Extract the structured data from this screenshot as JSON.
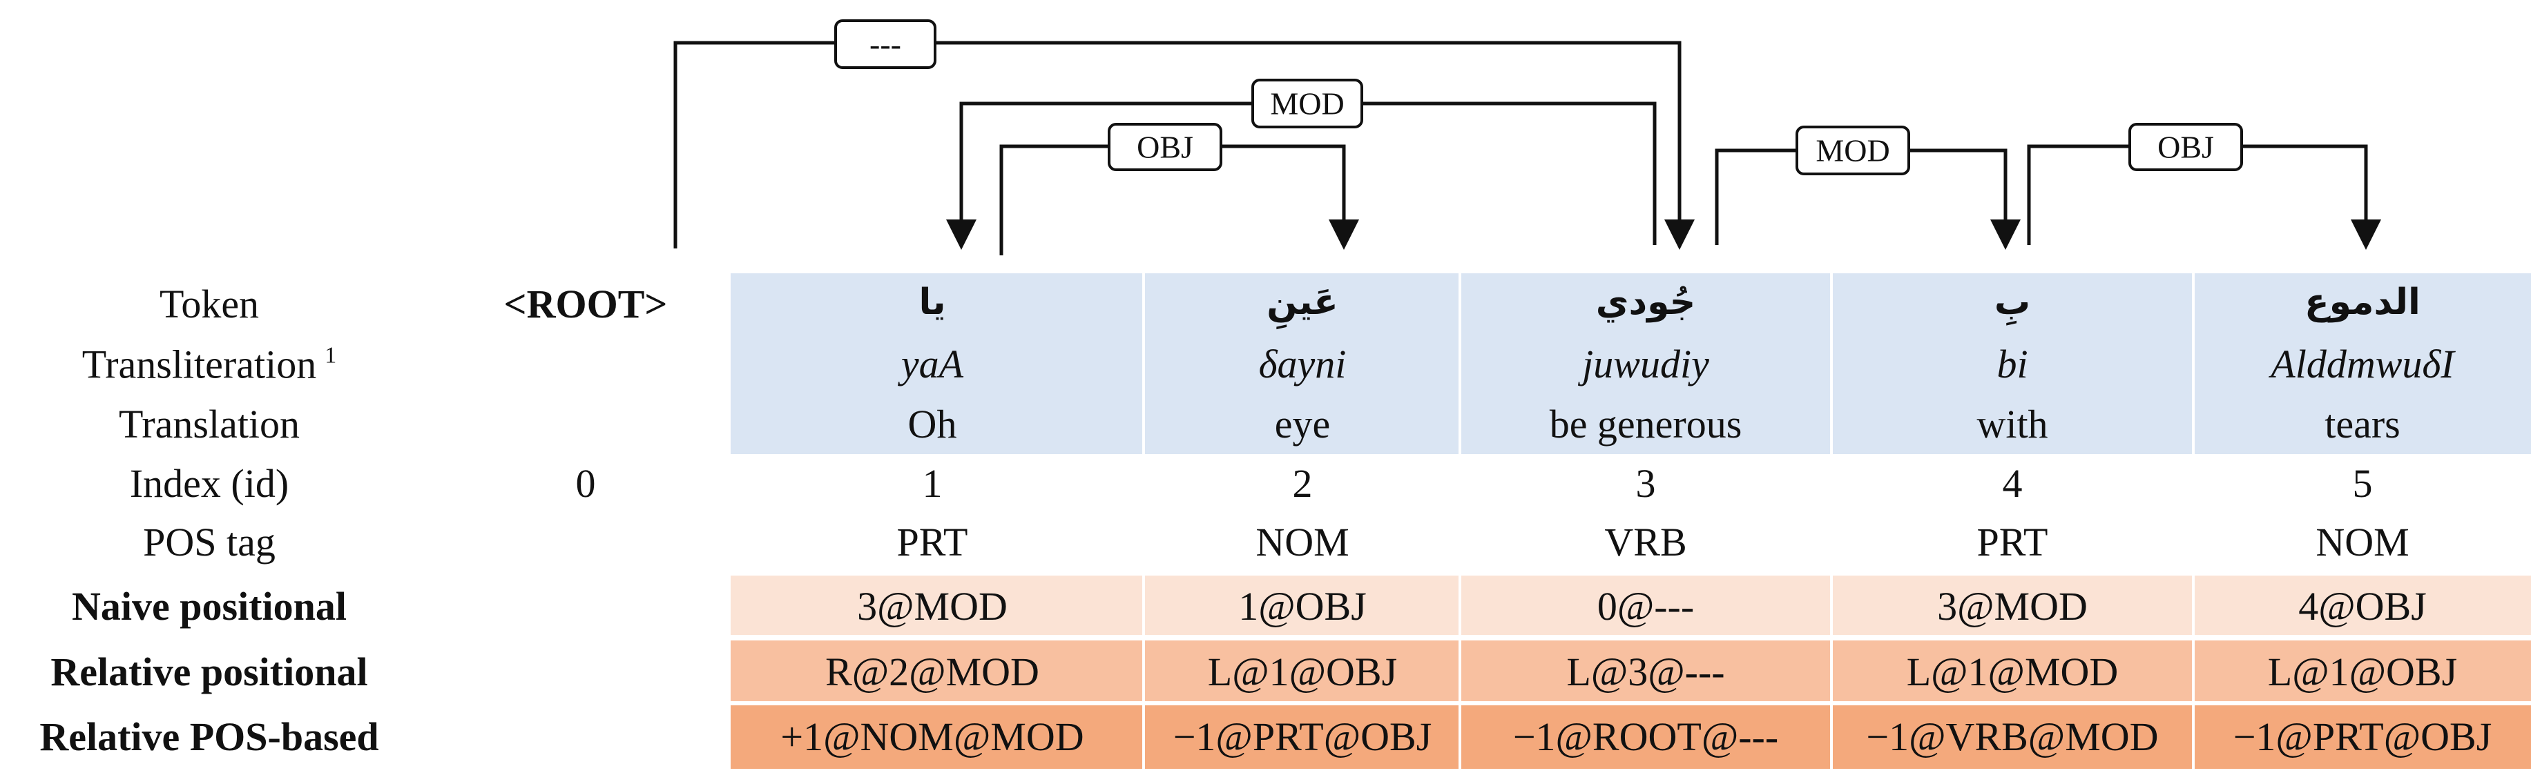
{
  "row_labels": {
    "token": "Token",
    "transliteration": "Transliteration",
    "transliteration_footnote": "1",
    "translation": "Translation",
    "index": "Index (id)",
    "pos": "POS tag",
    "naive": "Naive positional",
    "relative_positional": "Relative positional",
    "relative_pos_based": "Relative POS-based"
  },
  "root": {
    "token": "<ROOT>",
    "index": "0"
  },
  "tokens": [
    {
      "arabic": "يا",
      "translit": "yaA",
      "translation": "Oh",
      "index": "1",
      "pos": "PRT",
      "naive": "3@MOD",
      "relpos": "R@2@MOD",
      "relposbased": "+1@NOM@MOD"
    },
    {
      "arabic": "عَينِ",
      "translit": "δayni",
      "translation": "eye",
      "index": "2",
      "pos": "NOM",
      "naive": "1@OBJ",
      "relpos": "L@1@OBJ",
      "relposbased": "−1@PRT@OBJ"
    },
    {
      "arabic": "جُودي",
      "translit": "juwudiy",
      "translation": "be generous",
      "index": "3",
      "pos": "VRB",
      "naive": "0@---",
      "relpos": "L@3@---",
      "relposbased": "−1@ROOT@---"
    },
    {
      "arabic": "بِ",
      "translit": "bi",
      "translation": "with",
      "index": "4",
      "pos": "PRT",
      "naive": "3@MOD",
      "relpos": "L@1@MOD",
      "relposbased": "−1@VRB@MOD"
    },
    {
      "arabic": "الدموع",
      "translit": "AlddmwuδI",
      "translation": "tears",
      "index": "5",
      "pos": "NOM",
      "naive": "4@OBJ",
      "relpos": "L@1@OBJ",
      "relposbased": "−1@PRT@OBJ"
    }
  ],
  "arcs": [
    {
      "head": "0",
      "dependent": "3",
      "label": "---"
    },
    {
      "head": "3",
      "dependent": "1",
      "label": "MOD"
    },
    {
      "head": "1",
      "dependent": "2",
      "label": "OBJ"
    },
    {
      "head": "3",
      "dependent": "4",
      "label": "MOD"
    },
    {
      "head": "4",
      "dependent": "5",
      "label": "OBJ"
    }
  ],
  "colors": {
    "token_band": "#dae5f3",
    "naive_band": "#fbe3d5",
    "relative_positional_band": "#f8c0a0",
    "relative_pos_based_band": "#f4a97c"
  }
}
